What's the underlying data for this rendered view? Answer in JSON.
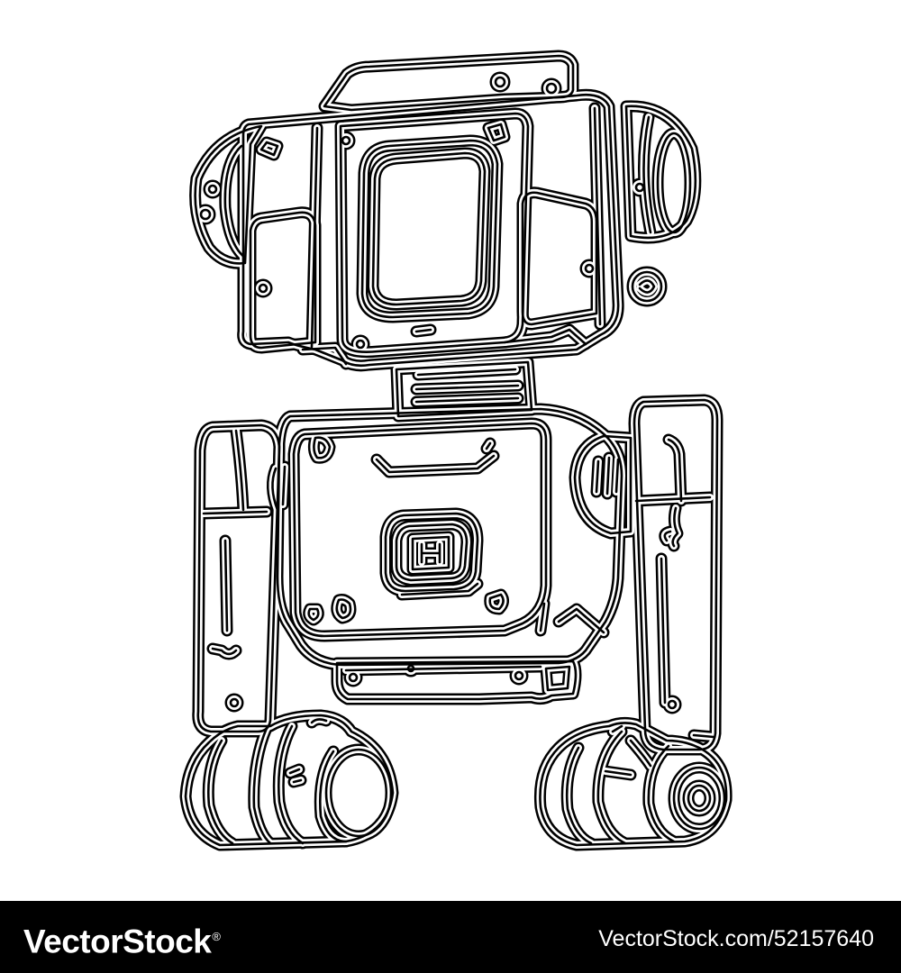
{
  "artwork": {
    "subject_icon": "robot-line-art",
    "line_color": "#000000",
    "background_color": "#ffffff"
  },
  "footer": {
    "background_color": "#000000",
    "text_color": "#ffffff",
    "brand": "VectorStock",
    "brand_mark": "®",
    "image_id": "VectorStock.com/52157640"
  }
}
